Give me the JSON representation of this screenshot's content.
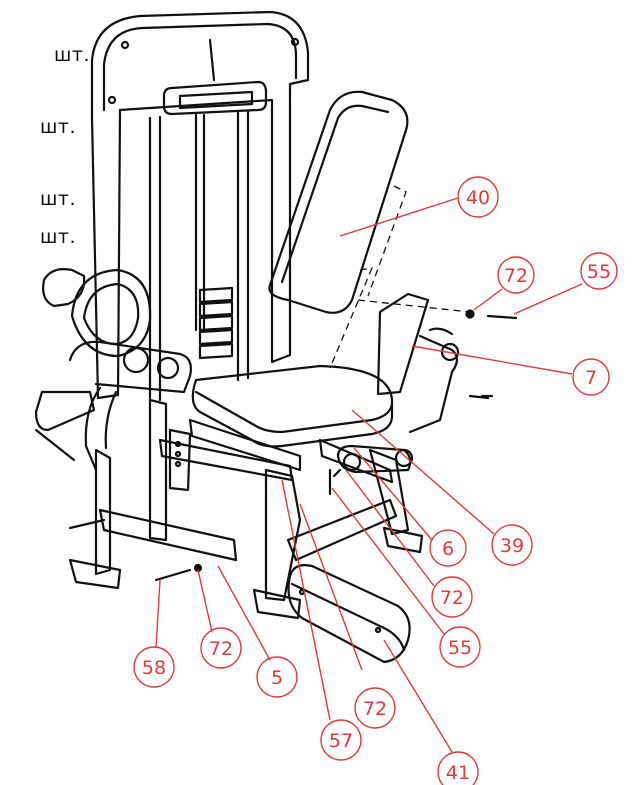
{
  "quantity_unit_labels": [
    "шт.",
    "шт.",
    "шт.",
    "шт."
  ],
  "callouts": [
    "40",
    "72",
    "55",
    "7",
    "39",
    "6",
    "72",
    "55",
    "41",
    "72",
    "57",
    "5",
    "72",
    "58"
  ],
  "colors": {
    "callout": "#e03a3a",
    "drawing": "#111111",
    "background": "#ffffff"
  },
  "drawing": "leg-extension-machine-exploded-assembly"
}
